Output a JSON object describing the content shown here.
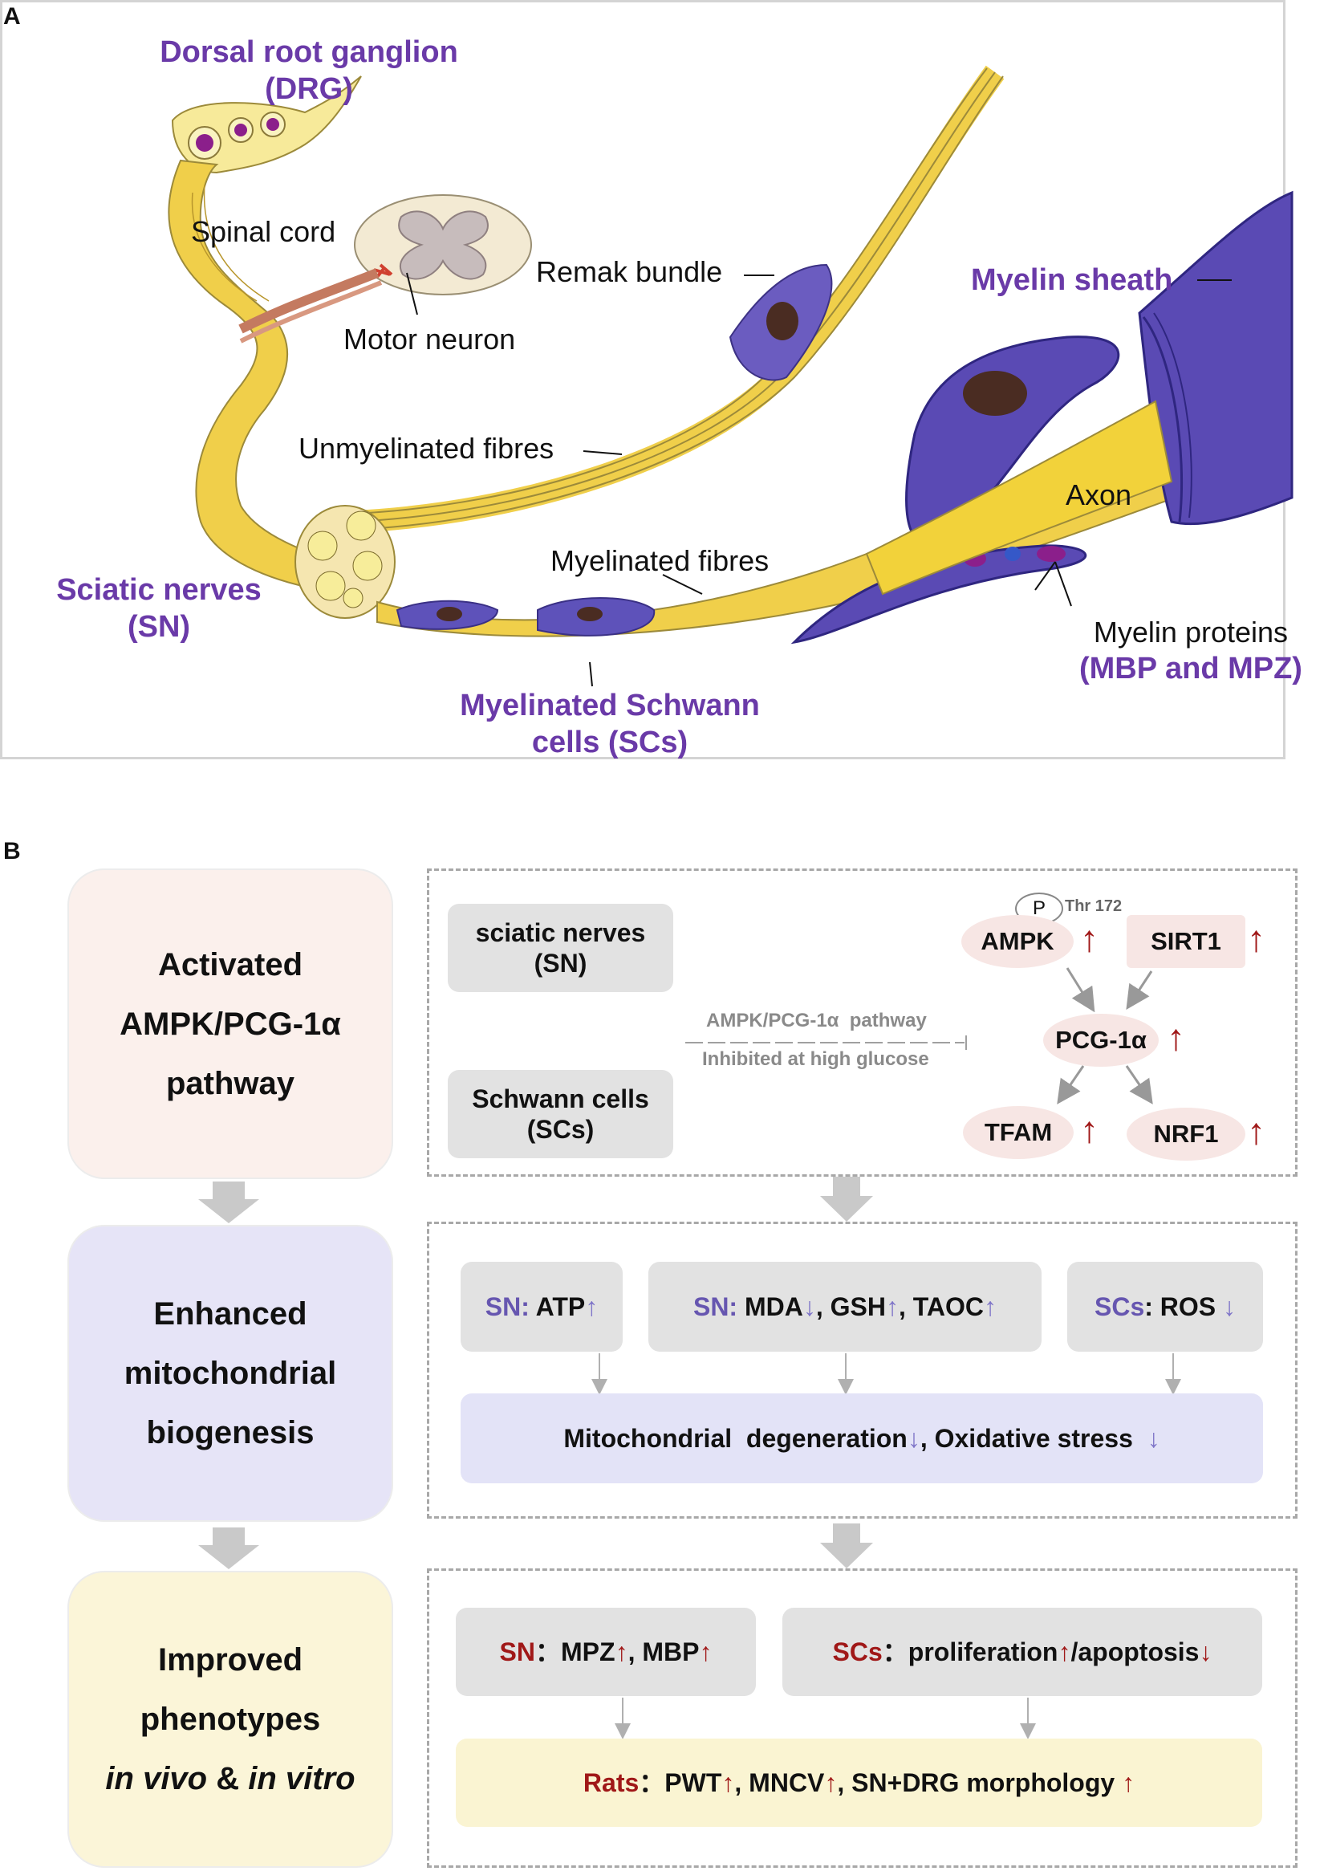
{
  "panel_a": {
    "letter": "A",
    "labels": {
      "drg_line1": "Dorsal root ganglion",
      "drg_line2": "(DRG)",
      "spinal_cord": "Spinal cord",
      "motor_neuron": "Motor neuron",
      "remak_bundle": "Remak bundle",
      "myelin_sheath": "Myelin sheath",
      "unmyelinated_fibres": "Unmyelinated fibres",
      "axon": "Axon",
      "sciatic_line1": "Sciatic nerves",
      "sciatic_line2": "(SN)",
      "myelinated_fibres": "Myelinated fibres",
      "myelin_proteins_line1": "Myelin proteins",
      "myelin_proteins_line2": "(MBP and MPZ)",
      "schwann_line1": "Myelinated Schwann",
      "schwann_line2": "cells (SCs)"
    }
  },
  "panel_b": {
    "letter": "B",
    "side_boxes": [
      {
        "line1": "Activated",
        "line2": "AMPK/PCG-1α",
        "line3": "pathway",
        "color": "#fbf0ec"
      },
      {
        "line1": "Enhanced",
        "line2": "mitochondrial",
        "line3": "biogenesis",
        "color": "#e6e4f7"
      },
      {
        "line1": "Improved",
        "line2": "phenotypes",
        "line3_part1": "in vivo",
        "line3_part2": " & ",
        "line3_part3": "in vitro",
        "color": "#fbf5d8"
      }
    ],
    "row1": {
      "sn_box_line1": "sciatic nerves",
      "sn_box_line2": "(SN)",
      "sc_box_line1": "Schwann cells",
      "sc_box_line2": "(SCs)",
      "pathway_label": "AMPK/PCG-1α  pathway",
      "inhibited_label": "Inhibited at high glucose",
      "phospho": "P",
      "thr": "Thr 172",
      "nodes": {
        "ampk": "AMPK",
        "sirt1": "SIRT1",
        "pgc1a": "PCG-1α",
        "tfam": "TFAM",
        "nrf1": "NRF1"
      },
      "up_arrow": "↑"
    },
    "row2": {
      "box1_prefix": "SN:",
      "box1_text": " ATP",
      "box2_prefix": "SN:",
      "box2_a": " MDA",
      "box2_b": ", GSH",
      "box2_c": ", TAOC",
      "box3_prefix": "SCs",
      "box3_text": ": ROS",
      "bottom_a": "Mitochondrial  degeneration",
      "bottom_b": ", Oxidative stress ",
      "up": "↑",
      "down": "↓"
    },
    "row3": {
      "box1_prefix": "SN",
      "box1_a": "：MPZ",
      "box1_b": ", MBP",
      "box2_prefix": "SCs",
      "box2_a": "：proliferation",
      "box2_b": "/apoptosis",
      "bottom_prefix": "Rats",
      "bottom_a": "：PWT",
      "bottom_b": ", MNCV",
      "bottom_c": ", SN+DRG morphology",
      "up": "↑",
      "down": "↓"
    }
  },
  "colors": {
    "label_purple": "#6a3aa8",
    "arrow_red": "#a01818",
    "arrow_purple": "#7e74c8",
    "nerve_yellow": "#f2d23a",
    "myelin_purple": "#5a4ab4"
  }
}
